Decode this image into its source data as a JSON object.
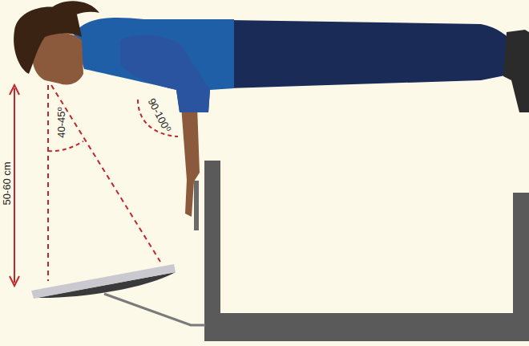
{
  "diagram": {
    "labels": [
      "50-60 cm",
      "40-45⁰",
      "90-100⁰"
    ]
  }
}
